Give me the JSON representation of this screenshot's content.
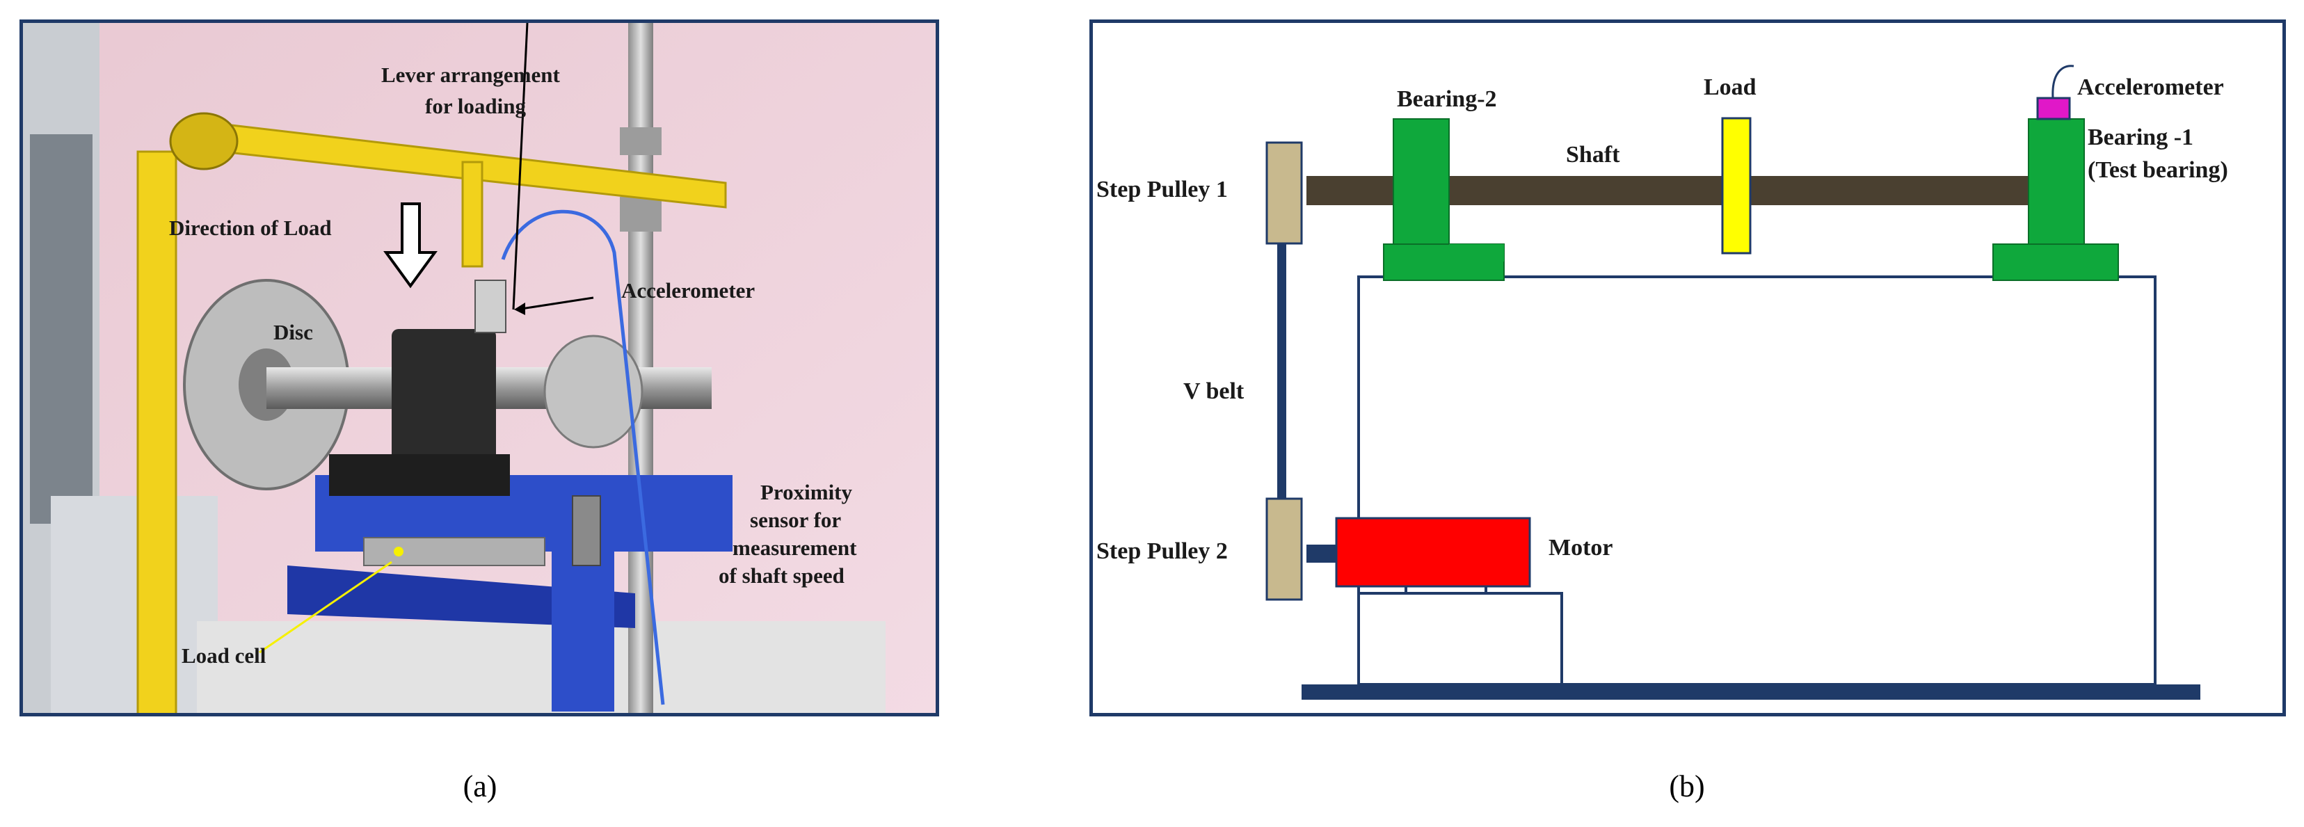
{
  "panel_a": {
    "caption": "(a)",
    "labels": {
      "lever_line1": "Lever arrangement",
      "lever_line2": "for loading",
      "direction": "Direction of Load",
      "accelerometer": "Accelerometer",
      "disc": "Disc",
      "proximity_line1": "Proximity",
      "proximity_line2": "sensor for",
      "proximity_line3": "measurement",
      "proximity_line4": "of shaft speed",
      "load_cell": "Load cell"
    }
  },
  "panel_b": {
    "caption": "(b)",
    "labels": {
      "bearing2": "Bearing-2",
      "load": "Load",
      "accelerometer": "Accelerometer",
      "shaft": "Shaft",
      "bearing1_line1": "Bearing -1",
      "bearing1_line2": "(Test bearing)",
      "step_pulley1": "Step Pulley 1",
      "v_belt": "V belt",
      "step_pulley2": "Step Pulley 2",
      "motor": "Motor"
    },
    "colors": {
      "shaft": "#4a4030",
      "bearing": "#0fa83c",
      "load": "#ffff00",
      "accelerometer": "#e018c8",
      "motor": "#ff0000",
      "pulley": "#c8b98e",
      "base": "#1f3a68"
    }
  }
}
